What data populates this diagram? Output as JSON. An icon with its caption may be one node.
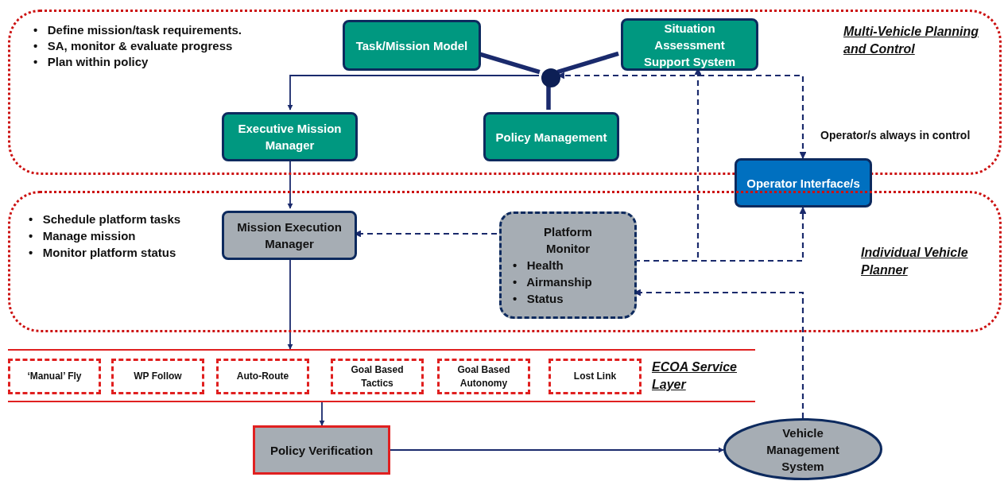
{
  "diagram": {
    "nodes": [
      {
        "text": [
          "Multi-Vehicle Planning and Control"
        ]
      },
      {
        "text": [
          "Task/Mission Model"
        ],
        "in": 0
      },
      {
        "text": [
          "Situation Assessment Support System"
        ],
        "in": 0
      },
      {
        "text": [],
        "shape": "circle",
        "in": 0
      },
      {
        "text": [
          "Executive Mission Manager"
        ],
        "in": 0
      },
      {
        "text": [
          "Policy Management"
        ],
        "in": 0
      },
      {
        "text": [
          "Operator Interface/s"
        ]
      },
      {
        "text": [
          "Individual Vehicle Planner"
        ]
      },
      {
        "text": [
          "Mission Execution Manager"
        ],
        "in": 7
      },
      {
        "text": [
          "Platform Monitor",
          "•   Health",
          "•   Airmanship",
          "•   Status"
        ],
        "in": 7
      },
      {
        "text": [
          "ECOA Service Layer"
        ]
      },
      {
        "text": [
          "‘Manual’ Fly"
        ],
        "in": 10
      },
      {
        "text": [
          "WP Follow"
        ],
        "in": 10
      },
      {
        "text": [
          "Auto-Route"
        ],
        "in": 10
      },
      {
        "text": [
          "Goal Based Tactics"
        ],
        "in": 10
      },
      {
        "text": [
          "Goal Based Autonomy"
        ],
        "in": 10
      },
      {
        "text": [
          "Lost Link"
        ],
        "in": 10
      },
      {
        "text": [
          "Policy Verification"
        ]
      },
      {
        "text": [
          "Vehicle Management System"
        ]
      }
    ],
    "edges": [
      {
        "from": 1,
        "to": 3,
        "arrow": "none",
        "style": "thick"
      },
      {
        "from": 2,
        "to": 3,
        "arrow": "none",
        "style": "thick"
      },
      {
        "from": 5,
        "to": 3,
        "arrow": "none",
        "style": "thick"
      },
      {
        "from": 3,
        "to": 4,
        "arrow": "to"
      },
      {
        "from": 4,
        "to": 8,
        "arrow": "to"
      },
      {
        "from": 6,
        "to": 3,
        "arrow": "both",
        "style": "dashed"
      },
      {
        "from": 9,
        "to": 2,
        "arrow": "to",
        "style": "dashed"
      },
      {
        "from": 9,
        "to": 6,
        "arrow": "to",
        "style": "dashed"
      },
      {
        "from": 9,
        "to": 8,
        "arrow": "to",
        "style": "dashed"
      },
      {
        "from": 8,
        "to": 10,
        "arrow": "to"
      },
      {
        "from": 10,
        "to": 17,
        "arrow": "to"
      },
      {
        "from": 17,
        "to": 18,
        "arrow": "to"
      },
      {
        "from": 18,
        "to": 9,
        "arrow": "to",
        "style": "dashed"
      }
    ],
    "labels": [
      "•   Define mission/task requirements.",
      "•   SA, monitor & evaluate progress",
      "•   Plan within policy",
      "•   Schedule platform tasks",
      "•   Manage mission",
      "•   Monitor platform status",
      "Operator/s always in control"
    ]
  }
}
